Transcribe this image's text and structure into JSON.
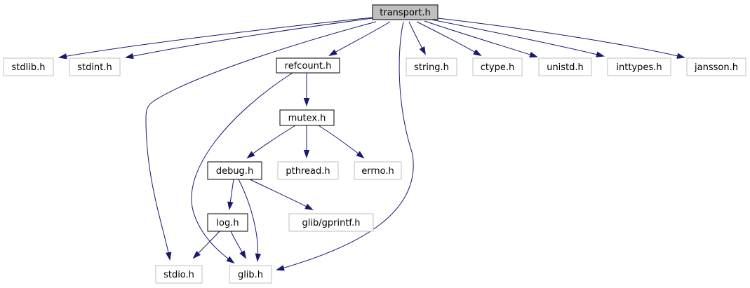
{
  "colors": {
    "edge": "#191970",
    "root_fill": "#bfbfbf",
    "internal_border": "#000000",
    "external_border": "#bfbfbf",
    "background": "#ffffff"
  },
  "nodes": [
    {
      "id": "transport",
      "label": "transport.h",
      "kind": "root"
    },
    {
      "id": "stdlib",
      "label": "stdlib.h",
      "kind": "external"
    },
    {
      "id": "stdint",
      "label": "stdint.h",
      "kind": "external"
    },
    {
      "id": "refcount",
      "label": "refcount.h",
      "kind": "internal"
    },
    {
      "id": "string",
      "label": "string.h",
      "kind": "external"
    },
    {
      "id": "ctype",
      "label": "ctype.h",
      "kind": "external"
    },
    {
      "id": "unistd",
      "label": "unistd.h",
      "kind": "external"
    },
    {
      "id": "inttypes",
      "label": "inttypes.h",
      "kind": "external"
    },
    {
      "id": "jansson",
      "label": "jansson.h",
      "kind": "external"
    },
    {
      "id": "mutex",
      "label": "mutex.h",
      "kind": "internal"
    },
    {
      "id": "debug",
      "label": "debug.h",
      "kind": "internal"
    },
    {
      "id": "pthread",
      "label": "pthread.h",
      "kind": "external"
    },
    {
      "id": "errno",
      "label": "errno.h",
      "kind": "external"
    },
    {
      "id": "log",
      "label": "log.h",
      "kind": "internal"
    },
    {
      "id": "gprintf",
      "label": "glib/gprintf.h",
      "kind": "external"
    },
    {
      "id": "stdio",
      "label": "stdio.h",
      "kind": "external"
    },
    {
      "id": "glib",
      "label": "glib.h",
      "kind": "external"
    }
  ],
  "edges": [
    {
      "from": "transport",
      "to": "stdlib"
    },
    {
      "from": "transport",
      "to": "stdint"
    },
    {
      "from": "transport",
      "to": "refcount"
    },
    {
      "from": "transport",
      "to": "stdio"
    },
    {
      "from": "transport",
      "to": "glib"
    },
    {
      "from": "transport",
      "to": "string"
    },
    {
      "from": "transport",
      "to": "ctype"
    },
    {
      "from": "transport",
      "to": "unistd"
    },
    {
      "from": "transport",
      "to": "inttypes"
    },
    {
      "from": "transport",
      "to": "jansson"
    },
    {
      "from": "refcount",
      "to": "mutex"
    },
    {
      "from": "refcount",
      "to": "glib"
    },
    {
      "from": "mutex",
      "to": "debug"
    },
    {
      "from": "mutex",
      "to": "pthread"
    },
    {
      "from": "mutex",
      "to": "errno"
    },
    {
      "from": "debug",
      "to": "log"
    },
    {
      "from": "debug",
      "to": "glib"
    },
    {
      "from": "debug",
      "to": "gprintf"
    },
    {
      "from": "log",
      "to": "stdio"
    },
    {
      "from": "log",
      "to": "glib"
    }
  ]
}
